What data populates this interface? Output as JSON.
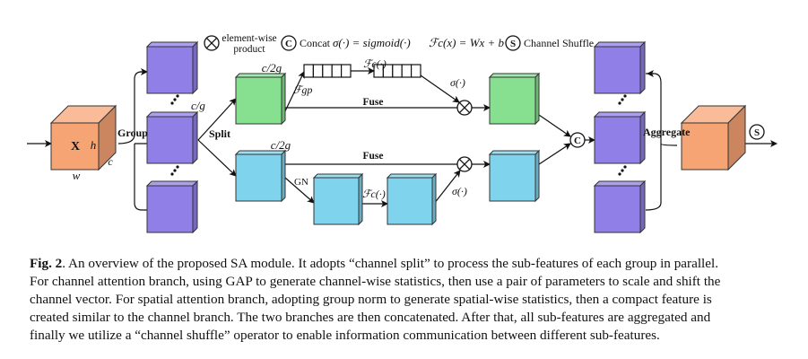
{
  "figure": {
    "legend": {
      "product_symbol": "⊗",
      "product_label_line1": "element-wise",
      "product_label_line2": "product",
      "concat_symbol": "C",
      "concat_label": "Concat",
      "sigmoid_def": "σ(·) = sigmoid(·)",
      "fc_def": "ℱc(x) = Wx + b",
      "shuffle_symbol": "S",
      "shuffle_label": "Channel Shuffle"
    },
    "labels": {
      "input_x": "X",
      "input_h": "h",
      "input_w": "w",
      "input_c": "c",
      "group": "Group",
      "group_channels": "c/g",
      "split": "Split",
      "channel_branch_channels": "c/2g",
      "spatial_branch_channels": "c/2g",
      "gap": "ℱgp",
      "fc_top": "ℱc(·)",
      "fc_bottom": "ℱc(·)",
      "sigma_top": "σ(·)",
      "sigma_bottom": "σ(·)",
      "fuse_top": "Fuse",
      "fuse_bottom": "Fuse",
      "gn": "GN",
      "aggregate": "Aggregate",
      "concat_node": "C",
      "shuffle_node": "S",
      "multiply_node": "⊗"
    },
    "colors": {
      "input": "#f7a475",
      "group": "#917fe8",
      "channel": "#86e090",
      "spatial": "#7fd3ec"
    }
  },
  "caption": {
    "label": "Fig. 2",
    "lines": [
      ". An overview of the proposed SA module. It adopts “channel split” to process the sub-features of each group in parallel.",
      "For channel attention branch, using GAP to generate channel-wise statistics, then use a pair of parameters to scale and shift the",
      "channel vector. For spatial attention branch, adopting group norm to generate spatial-wise statistics, then a compact feature is",
      "created similar to the channel branch. The two branches are then concatenated. After that, all sub-features are aggregated and",
      "finally we utilize a “channel shuffle” operator to enable information communication between different sub-features."
    ]
  }
}
